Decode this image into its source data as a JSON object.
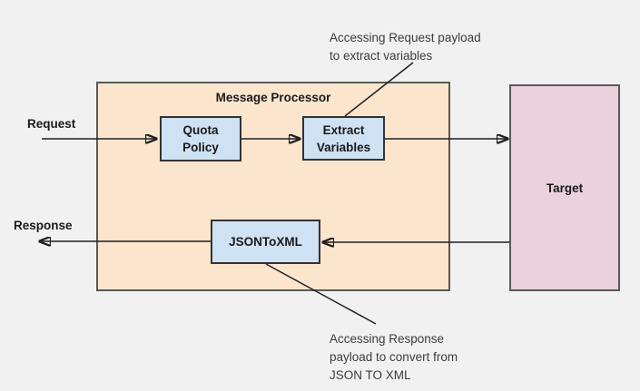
{
  "diagram": {
    "flow_labels": {
      "request": "Request",
      "response": "Response"
    },
    "message_processor": {
      "title": "Message Processor",
      "nodes": {
        "quota_policy": "Quota\nPolicy",
        "extract_variables": "Extract\nVariables",
        "json_to_xml": "JSONToXML"
      }
    },
    "target": {
      "label": "Target"
    },
    "annotations": {
      "request_payload": "Accessing Request payload\nto extract variables",
      "response_payload": "Accessing Response\npayload to convert from\nJSON TO XML"
    },
    "colors": {
      "background": "#f1f1f1",
      "processor_fill": "#fce5cd",
      "node_fill": "#cfe2f3",
      "target_fill": "#ead1dc",
      "container_border": "#595959",
      "node_border": "#333333",
      "line": "#1f1f1f"
    }
  }
}
